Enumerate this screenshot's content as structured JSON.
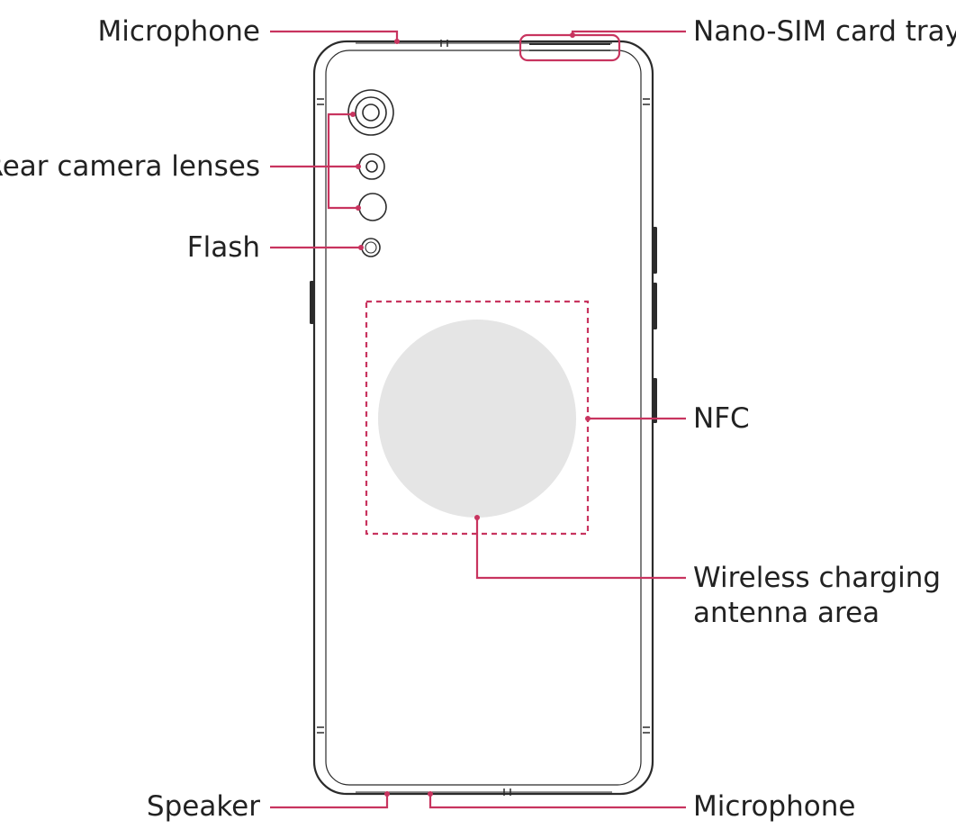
{
  "diagram": {
    "labels": {
      "microphone_top": "Microphone",
      "nano_sim_tray": "Nano-SIM card tray",
      "rear_camera_lenses": "Rear camera lenses",
      "flash": "Flash",
      "nfc": "NFC",
      "wireless_charging_line1": "Wireless charging",
      "wireless_charging_line2": "antenna area",
      "speaker": "Speaker",
      "microphone_bottom": "Microphone"
    },
    "colors": {
      "leader": "#c8345f",
      "outline": "#2b2b2b",
      "charging_area": "#e5e5e5",
      "text": "#222222"
    }
  }
}
